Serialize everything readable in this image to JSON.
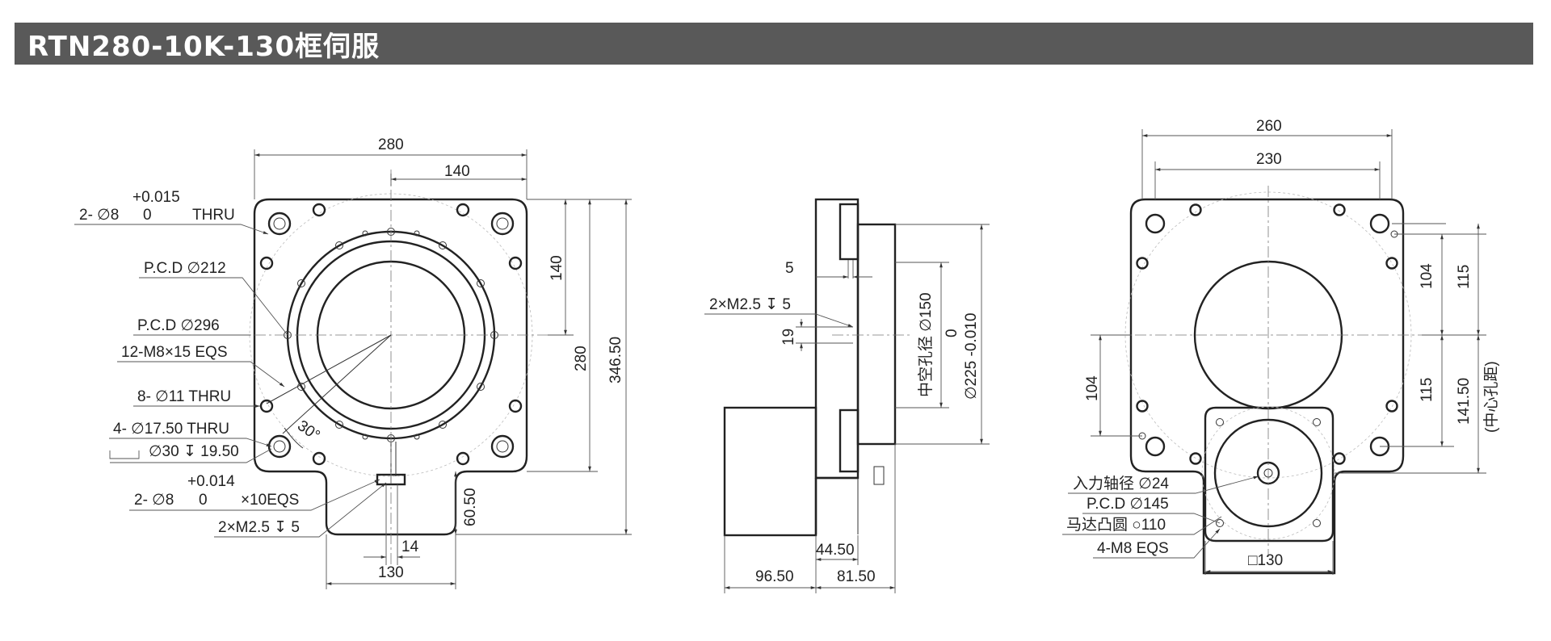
{
  "header": {
    "title": "RTN280-10K-130框伺服"
  },
  "front_view": {
    "dim_280_top": "280",
    "dim_140_top": "140",
    "dim_140_right": "140",
    "dim_280_right": "280",
    "dim_346": "346.50",
    "dim_60": "60.50",
    "dim_14": "14",
    "dim_130": "130",
    "angle": "30°",
    "note1_tol_upper": "+0.015",
    "note1_main": "2- ∅8",
    "note1_tol_lower": "0",
    "note1_suffix": "THRU",
    "note_pcd212": "P.C.D ∅212",
    "note_pcd296": "P.C.D ∅296",
    "note_m8": "12-M8×15 EQS",
    "note_11": "8- ∅11 THRU",
    "note_1750": "4- ∅17.50 THRU",
    "note_cbore": "∅30 ↧ 19.50",
    "note2_tol_upper": "+0.014",
    "note2_main": "2- ∅8",
    "note2_tol_lower": "0",
    "note2_suffix": "×10EQS",
    "note_m25": "2×M2.5 ↧ 5"
  },
  "side_view": {
    "dim_5": "5",
    "note_m25": "2×M2.5 ↧ 5",
    "dim_19": "19",
    "hollow_label": "中空孔径 ∅150",
    "tol_zero": "0",
    "bore_225": "∅225 -0.010",
    "dim_44": "44.50",
    "dim_96": "96.50",
    "dim_81": "81.50"
  },
  "rear_view": {
    "dim_260": "260",
    "dim_230": "230",
    "dim_104_r": "104",
    "dim_115_r": "115",
    "dim_104_l": "104",
    "dim_115_b": "115",
    "dim_141": "141.50",
    "center_dist": "(中心孔距)",
    "note_shaft": "入力轴径 ∅24",
    "note_pcd145": "P.C.D ∅145",
    "note_boss": "马达凸圆 ○110",
    "note_m8": "4-M8 EQS",
    "dim_130sq": "□130"
  }
}
